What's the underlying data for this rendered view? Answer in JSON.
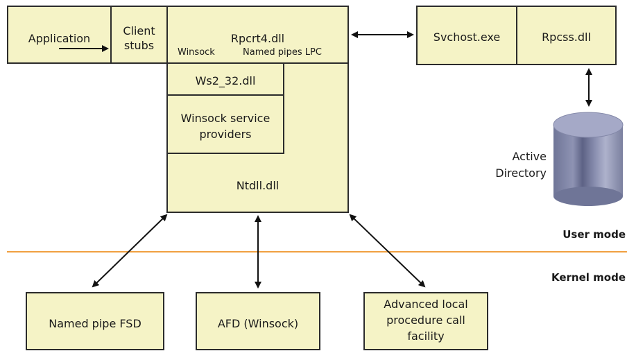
{
  "boxes": {
    "application": "Application",
    "client_stubs": [
      "Client",
      "stubs"
    ],
    "rpcrt4": "Rpcrt4.dll",
    "winsock_sub": "Winsock",
    "named_pipes_lpc": "Named pipes LPC",
    "ws2_32": "Ws2_32.dll",
    "winsock_providers": [
      "Winsock service",
      "providers"
    ],
    "ntdll": "Ntdll.dll",
    "svchost": "Svchost.exe",
    "rpcss": "Rpcss.dll",
    "named_pipe_fsd": "Named pipe FSD",
    "afd": "AFD (Winsock)",
    "alpc": [
      "Advanced local",
      "procedure call",
      "facility"
    ]
  },
  "active_directory": [
    "Active",
    "Directory"
  ],
  "modes": {
    "user": "User mode",
    "kernel": "Kernel mode"
  },
  "colors": {
    "box_fill": "#f5f3c6",
    "divider": "#f0a040",
    "cylinder": "#8a8fb0"
  }
}
